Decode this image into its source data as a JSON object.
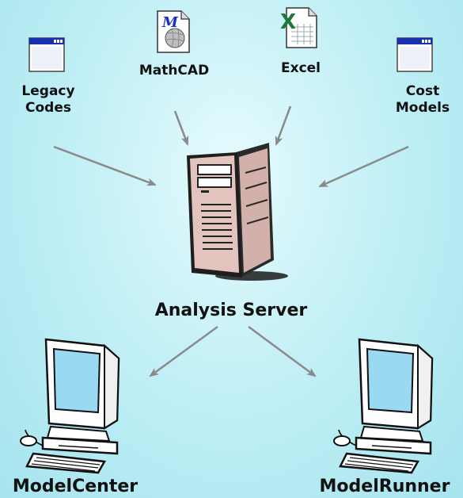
{
  "sources": {
    "legacy": {
      "line1": "Legacy",
      "line2": "Codes"
    },
    "mathcad": {
      "label": "MathCAD",
      "icon_letter": "M"
    },
    "excel": {
      "label": "Excel",
      "icon_letter": "X"
    },
    "cost": {
      "line1": "Cost",
      "line2": "Models"
    }
  },
  "server": {
    "label": "Analysis Server"
  },
  "clients": {
    "modelcenter": {
      "label": "ModelCenter"
    },
    "modelrunner": {
      "label": "ModelRunner"
    }
  },
  "colors": {
    "background": "#c3f0f6",
    "arrow": "#8a8a8a",
    "window_titlebar": "#1a2fb0",
    "server_body": "#d9b8b3",
    "screen": "#9ad9f2"
  }
}
